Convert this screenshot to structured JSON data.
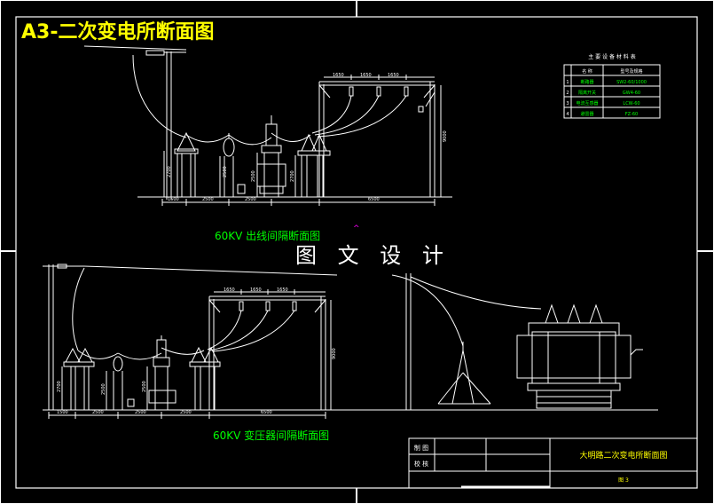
{
  "sheet": {
    "title": "A3-二次变电所断面图",
    "watermark": "图 文 设 计"
  },
  "sections": {
    "upper_caption": "60KV 出线间隔断面图",
    "lower_caption": "60KV 变压器间隔断面图"
  },
  "table": {
    "title": "主 要 设 备 材 料 表",
    "rows": [
      {
        "no": "",
        "name": "名 称",
        "spec": "型号及规格"
      },
      {
        "no": "1",
        "name": "断路器",
        "spec": "SW2-60/1000"
      },
      {
        "no": "2",
        "name": "隔离开关",
        "spec": "GW4-60"
      },
      {
        "no": "3",
        "name": "电流互感器",
        "spec": "LCW-60"
      },
      {
        "no": "4",
        "name": "避雷器",
        "spec": "FZ-60"
      }
    ]
  },
  "title_block": {
    "drawn_label": "制 图",
    "checked_label": "校 核",
    "project_name": "大明路二次变电所断面图",
    "sheet_no": "图 3"
  },
  "dimensions": {
    "upper": {
      "top": [
        "1650",
        "1650",
        "1650"
      ],
      "bottom": [
        "1500",
        "2500",
        "2500",
        "6500"
      ],
      "heights": [
        "2700",
        "2500",
        "2500",
        "2700",
        "9000"
      ]
    },
    "lower": {
      "top": [
        "1650",
        "1650",
        "1650"
      ],
      "bottom": [
        "1500",
        "2500",
        "2500",
        "2500",
        "6500"
      ],
      "heights": [
        "2700",
        "2500",
        "2500",
        "9000"
      ]
    }
  },
  "colors": {
    "line": "#ffffff",
    "title": "#ffff00",
    "caption": "#00ff00",
    "accent": "#00ff00",
    "marker": "#ff00ff"
  }
}
